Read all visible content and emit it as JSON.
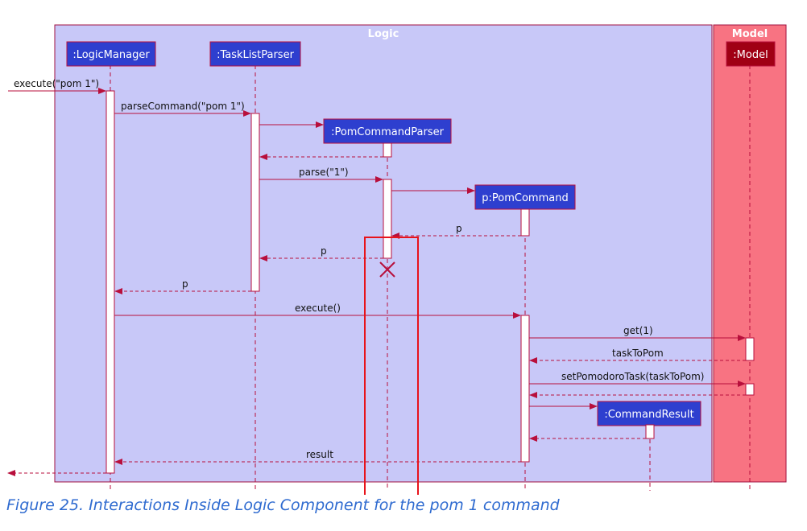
{
  "frames": {
    "logic": {
      "title": "Logic"
    },
    "model": {
      "title": "Model"
    }
  },
  "participants": {
    "logic_manager": ":LogicManager",
    "task_list_parser": ":TaskListParser",
    "pom_command_parser": ":PomCommandParser",
    "pom_command": "p:PomCommand",
    "command_result": ":CommandResult",
    "model": ":Model"
  },
  "messages": {
    "m1": "execute(\"pom 1\")",
    "m2": "parseCommand(\"pom 1\")",
    "m3": "parse(\"1\")",
    "m4": "p",
    "m5": "p",
    "m6": "p",
    "m7": "execute()",
    "m8": "get(1)",
    "m9": "taskToPom",
    "m10": "setPomodoroTask(taskToPom)",
    "m11": "result"
  },
  "colors": {
    "logic_frame": "#c8c8f8",
    "model_frame": "#f87382",
    "participant_logic": "#2e3fcf",
    "participant_model": "#a00014",
    "arrow": "#b80f3c",
    "highlight": "#e8131b"
  },
  "caption": "Figure 25. Interactions Inside Logic Component for the pom 1 command"
}
